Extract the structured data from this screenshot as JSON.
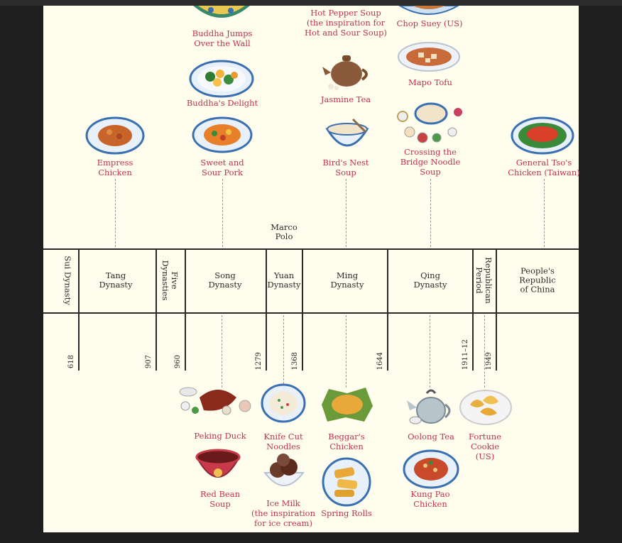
{
  "upper_dishes": {
    "buddha_jumps": "Buddha Jumps\nOver the Wall",
    "hot_pepper": "Hot Pepper Soup\n(the inspiration for\nHot and Sour Soup)",
    "chop_suey": "Chop Suey (US)",
    "buddhas_delight": "Buddha's Delight",
    "jasmine_tea": "Jasmine Tea",
    "mapo_tofu": "Mapo Tofu",
    "empress_chicken": "Empress\nChicken",
    "sweet_sour": "Sweet and\nSour Pork",
    "birds_nest": "Bird's Nest\nSoup",
    "crossing_bridge": "Crossing the\nBridge Noodle\nSoup",
    "general_tso": "General Tso's\nChicken (Taiwan)"
  },
  "marco_polo": "Marco\nPolo",
  "eras": {
    "sui": "Sui Dynasty",
    "tang": "Tang\nDynasty",
    "five": "Five\nDynasties",
    "song": "Song\nDynasty",
    "yuan": "Yuan\nDynasty",
    "ming": "Ming\nDynasty",
    "qing": "Qing\nDynasty",
    "republican": "Republican\nPeriod",
    "prc": "People's\nRepublic\nof China"
  },
  "years": {
    "y618": "618",
    "y907": "907",
    "y960": "960",
    "y1279": "1279",
    "y1368": "1368",
    "y1644": "1644",
    "y1911": "1911–12",
    "y1949": "1949"
  },
  "lower_dishes": {
    "peking_duck": "Peking Duck",
    "knife_cut": "Knife Cut\nNoodles",
    "beggars_chicken": "Beggar's\nChicken",
    "oolong_tea": "Oolong Tea",
    "fortune_cookie": "Fortune\nCookie\n(US)",
    "red_bean": "Red Bean\nSoup",
    "ice_milk": "Ice Milk\n(the inspiration\nfor ice cream)",
    "spring_rolls": "Spring Rolls",
    "kung_pao": "Kung Pao\nChicken"
  },
  "colors": {
    "label_red": "#c0334a",
    "paper": "#fffdee",
    "plate_blue": "#3a6fb0",
    "line": "#2a2a2a"
  }
}
